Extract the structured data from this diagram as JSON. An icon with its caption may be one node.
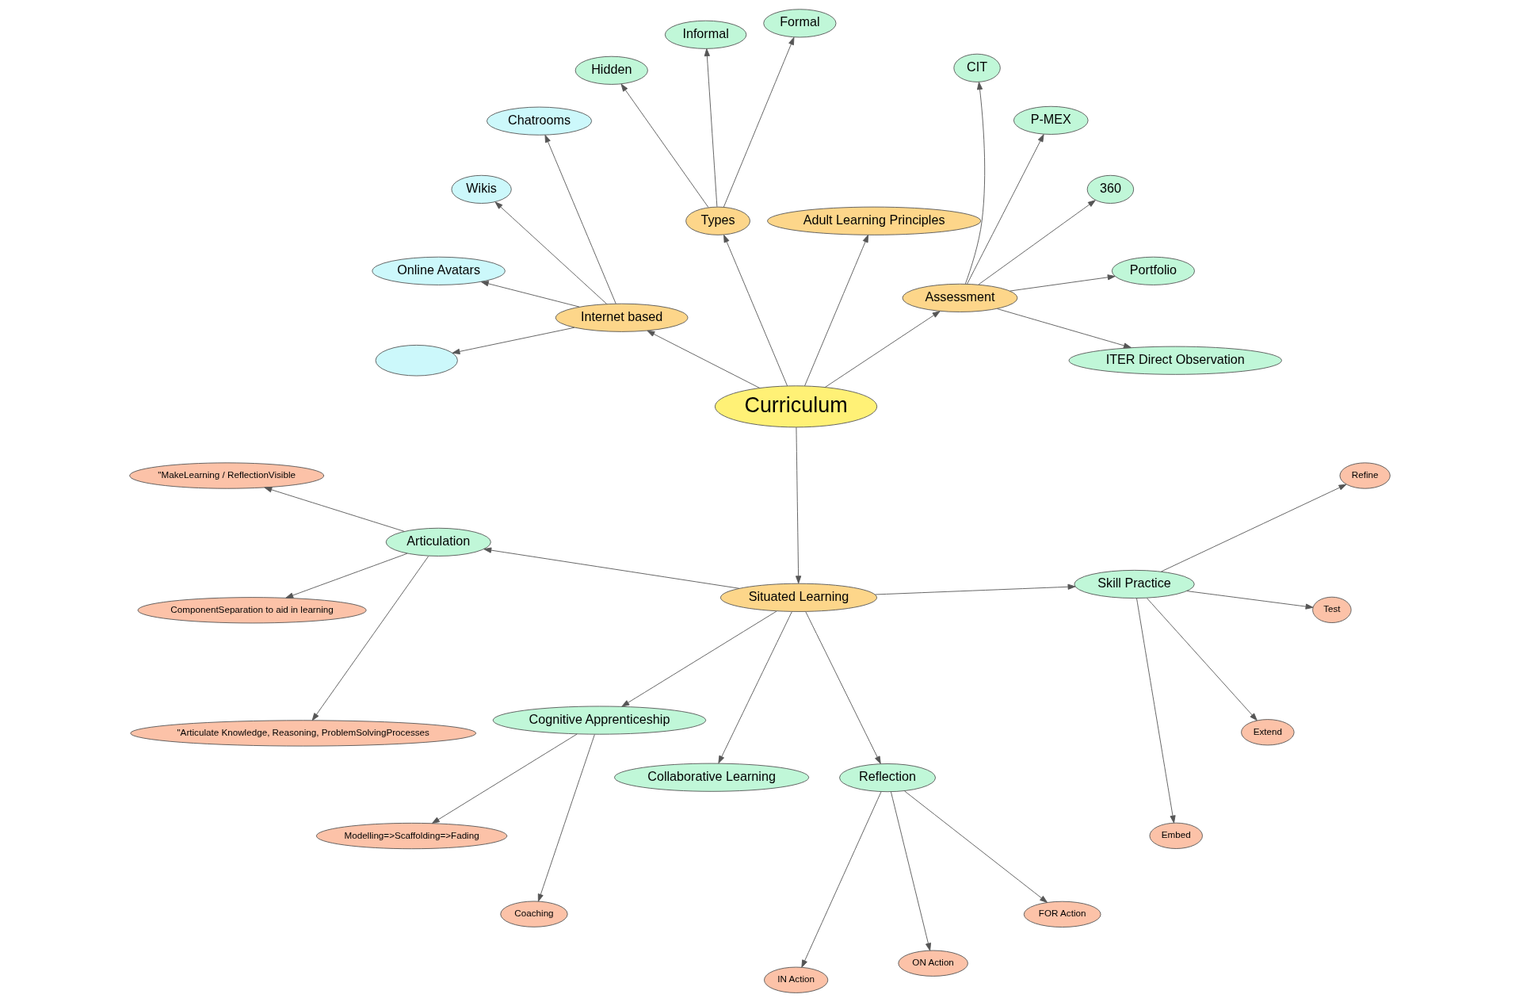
{
  "diagram": {
    "nodes": [
      {
        "text": [
          "Curriculum"
        ]
      },
      {
        "text": [
          "Assessment"
        ]
      },
      {
        "text": [
          "ITER Direct Observation"
        ]
      },
      {
        "text": [
          "Portfolio"
        ]
      },
      {
        "text": [
          "360"
        ]
      },
      {
        "text": [
          "P-MEX"
        ]
      },
      {
        "text": [
          "CIT"
        ]
      },
      {
        "text": [
          "Adult Learning Principles"
        ]
      },
      {
        "text": [
          "Types"
        ]
      },
      {
        "text": [
          "Formal"
        ]
      },
      {
        "text": [
          "Informal"
        ]
      },
      {
        "text": [
          "Hidden"
        ]
      },
      {
        "text": [
          "Internet based"
        ]
      },
      {
        "text": [
          "Chatrooms"
        ]
      },
      {
        "text": [
          "Wikis"
        ]
      },
      {
        "text": [
          "Online Avatars"
        ]
      },
      {
        "text": [],
        "shape": "ellipse"
      },
      {
        "text": [
          "Situated Learning"
        ]
      },
      {
        "text": [
          "Articulation"
        ]
      },
      {
        "text": [
          "\"MakeLearning / ReflectionVisible"
        ]
      },
      {
        "text": [
          "ComponentSeparation to aid in learning"
        ]
      },
      {
        "text": [
          "\"Articulate Knowledge, Reasoning, ProblemSolvingProcesses"
        ]
      },
      {
        "text": [
          "Cognitive Apprenticeship"
        ]
      },
      {
        "text": [
          "Modelling=>Scaffolding=>Fading"
        ]
      },
      {
        "text": [
          "Coaching"
        ]
      },
      {
        "text": [
          "Collaborative Learning"
        ]
      },
      {
        "text": [
          "Reflection"
        ]
      },
      {
        "text": [
          "IN Action"
        ]
      },
      {
        "text": [
          "ON Action"
        ]
      },
      {
        "text": [
          "FOR Action"
        ]
      },
      {
        "text": [
          "Skill Practice"
        ]
      },
      {
        "text": [
          "Embed"
        ]
      },
      {
        "text": [
          "Extend"
        ]
      },
      {
        "text": [
          "Test"
        ]
      },
      {
        "text": [
          "Refine"
        ]
      }
    ],
    "edges": [
      {
        "from": 0,
        "to": 1,
        "arrow": "to"
      },
      {
        "from": 0,
        "to": 7,
        "arrow": "to"
      },
      {
        "from": 0,
        "to": 8,
        "arrow": "to"
      },
      {
        "from": 0,
        "to": 12,
        "arrow": "to"
      },
      {
        "from": 0,
        "to": 17,
        "arrow": "to"
      },
      {
        "from": 1,
        "to": 2,
        "arrow": "to"
      },
      {
        "from": 1,
        "to": 3,
        "arrow": "to"
      },
      {
        "from": 1,
        "to": 4,
        "arrow": "to"
      },
      {
        "from": 1,
        "to": 5,
        "arrow": "to"
      },
      {
        "from": 1,
        "to": 6,
        "arrow": "to"
      },
      {
        "from": 8,
        "to": 9,
        "arrow": "to"
      },
      {
        "from": 8,
        "to": 10,
        "arrow": "to"
      },
      {
        "from": 8,
        "to": 11,
        "arrow": "to"
      },
      {
        "from": 12,
        "to": 13,
        "arrow": "to"
      },
      {
        "from": 12,
        "to": 14,
        "arrow": "to"
      },
      {
        "from": 12,
        "to": 15,
        "arrow": "to"
      },
      {
        "from": 12,
        "to": 16,
        "arrow": "to"
      },
      {
        "from": 17,
        "to": 18,
        "arrow": "to"
      },
      {
        "from": 17,
        "to": 22,
        "arrow": "to"
      },
      {
        "from": 17,
        "to": 25,
        "arrow": "to"
      },
      {
        "from": 17,
        "to": 26,
        "arrow": "to"
      },
      {
        "from": 17,
        "to": 30,
        "arrow": "to"
      },
      {
        "from": 18,
        "to": 19,
        "arrow": "to"
      },
      {
        "from": 18,
        "to": 20,
        "arrow": "to"
      },
      {
        "from": 18,
        "to": 21,
        "arrow": "to"
      },
      {
        "from": 22,
        "to": 23,
        "arrow": "to"
      },
      {
        "from": 22,
        "to": 24,
        "arrow": "to"
      },
      {
        "from": 26,
        "to": 27,
        "arrow": "to"
      },
      {
        "from": 26,
        "to": 28,
        "arrow": "to"
      },
      {
        "from": 26,
        "to": 29,
        "arrow": "to"
      },
      {
        "from": 30,
        "to": 31,
        "arrow": "to"
      },
      {
        "from": 30,
        "to": 32,
        "arrow": "to"
      },
      {
        "from": 30,
        "to": 33,
        "arrow": "to"
      },
      {
        "from": 30,
        "to": 34,
        "arrow": "to"
      }
    ]
  }
}
